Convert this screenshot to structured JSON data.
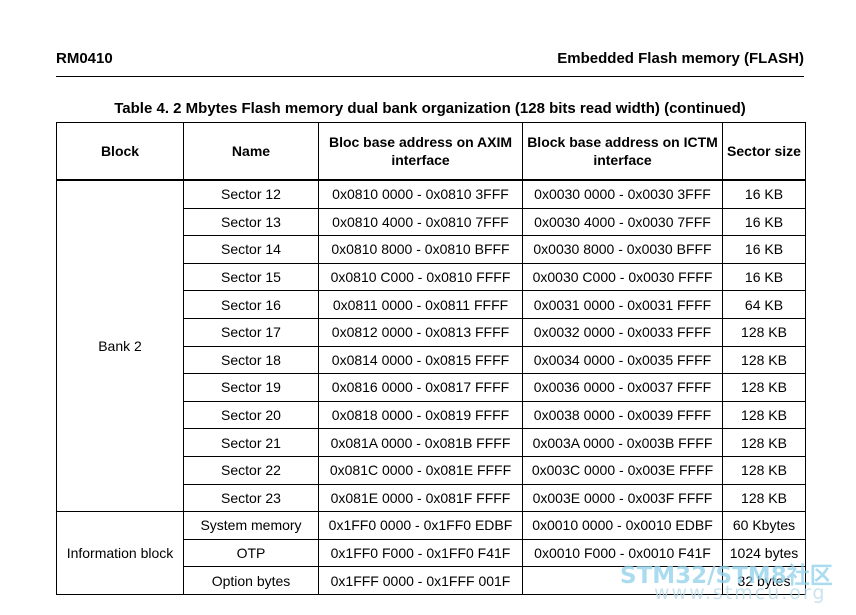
{
  "header": {
    "doc_id": "RM0410",
    "section": "Embedded Flash memory (FLASH)"
  },
  "caption": "Table 4. 2 Mbytes Flash memory dual bank organization (128 bits read width) (continued)",
  "table": {
    "columns": [
      "Block",
      "Name",
      "Bloc base address on AXIM interface",
      "Block base address on ICTM interface",
      "Sector size"
    ],
    "groups": [
      {
        "block": "Bank 2",
        "rows": [
          {
            "name": "Sector 12",
            "axim": "0x0810 0000 - 0x0810 3FFF",
            "ictm": "0x0030 0000 - 0x0030 3FFF",
            "size": "16 KB"
          },
          {
            "name": "Sector 13",
            "axim": "0x0810 4000 - 0x0810 7FFF",
            "ictm": "0x0030 4000 - 0x0030 7FFF",
            "size": "16 KB"
          },
          {
            "name": "Sector 14",
            "axim": "0x0810 8000 - 0x0810 BFFF",
            "ictm": "0x0030 8000 - 0x0030 BFFF",
            "size": "16 KB"
          },
          {
            "name": "Sector 15",
            "axim": "0x0810 C000 - 0x0810 FFFF",
            "ictm": "0x0030 C000 - 0x0030 FFFF",
            "size": "16 KB"
          },
          {
            "name": "Sector 16",
            "axim": "0x0811 0000 - 0x0811 FFFF",
            "ictm": "0x0031 0000 - 0x0031 FFFF",
            "size": "64 KB"
          },
          {
            "name": "Sector 17",
            "axim": "0x0812 0000 - 0x0813 FFFF",
            "ictm": "0x0032 0000 - 0x0033 FFFF",
            "size": "128 KB"
          },
          {
            "name": "Sector 18",
            "axim": "0x0814 0000 - 0x0815 FFFF",
            "ictm": "0x0034 0000 - 0x0035 FFFF",
            "size": "128 KB"
          },
          {
            "name": "Sector 19",
            "axim": "0x0816 0000 - 0x0817 FFFF",
            "ictm": "0x0036 0000 - 0x0037 FFFF",
            "size": "128 KB"
          },
          {
            "name": "Sector 20",
            "axim": "0x0818 0000 - 0x0819 FFFF",
            "ictm": "0x0038 0000 - 0x0039 FFFF",
            "size": "128 KB"
          },
          {
            "name": "Sector 21",
            "axim": "0x081A 0000 - 0x081B FFFF",
            "ictm": "0x003A 0000 - 0x003B FFFF",
            "size": "128 KB"
          },
          {
            "name": "Sector 22",
            "axim": "0x081C 0000 - 0x081E FFFF",
            "ictm": "0x003C 0000 - 0x003E FFFF",
            "size": "128 KB"
          },
          {
            "name": "Sector 23",
            "axim": "0x081E 0000 - 0x081F FFFF",
            "ictm": "0x003E 0000 - 0x003F FFFF",
            "size": "128 KB"
          }
        ]
      },
      {
        "block": "Information block",
        "rows": [
          {
            "name": "System memory",
            "axim": "0x1FF0 0000 - 0x1FF0 EDBF",
            "ictm": "0x0010 0000 - 0x0010 EDBF",
            "size": "60 Kbytes"
          },
          {
            "name": "OTP",
            "axim": "0x1FF0 F000 - 0x1FF0 F41F",
            "ictm": "0x0010 F000 - 0x0010 F41F",
            "size": "1024 bytes"
          },
          {
            "name": "Option bytes",
            "axim": "0x1FFF 0000 - 0x1FFF 001F",
            "ictm": "",
            "size": "32 bytes"
          }
        ]
      }
    ]
  },
  "watermark": {
    "main": "STM32/STM8社区",
    "sub": "www.stmcu.org"
  }
}
